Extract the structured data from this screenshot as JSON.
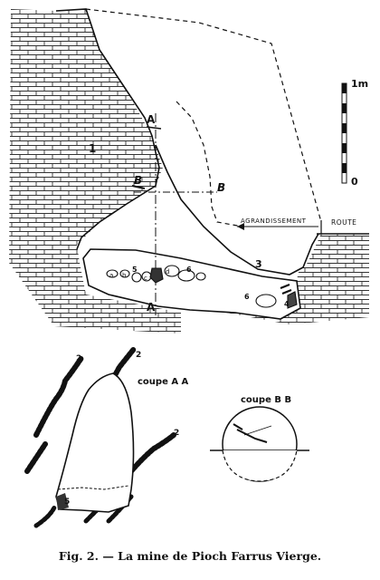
{
  "plan": {
    "zone_1": "1",
    "zone_3": "3",
    "section_a_top": "A",
    "section_a_bottom": "A",
    "section_b_left": "B",
    "section_b_right": "B",
    "agrandissement": "AGRANDISSEMENT",
    "route": "ROUTE",
    "blocks": [
      "a",
      "b",
      "5",
      "c",
      "d",
      "6",
      "6",
      "4"
    ]
  },
  "scale": {
    "top_label": "1m",
    "bottom_label": "0"
  },
  "coupe_aa": {
    "title": "coupe A A",
    "labels": [
      "2",
      "2",
      "2",
      "5"
    ]
  },
  "coupe_bb": {
    "title": "coupe B B"
  },
  "caption": "Fig. 2. — La mine de Pioch Farrus Vierge."
}
